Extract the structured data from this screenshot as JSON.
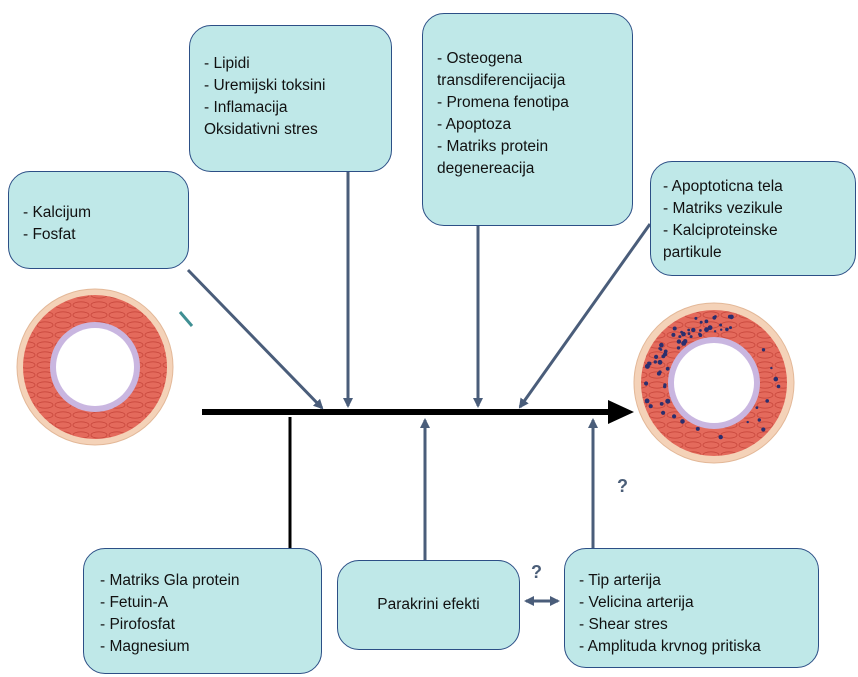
{
  "boxes": {
    "kalcijum": {
      "lines": [
        "- Kalcijum",
        "- Fosfat"
      ]
    },
    "lipidi": {
      "lines": [
        "- Lipidi",
        "- Uremijski toksini",
        "- Inflamacija",
        "Oksidativni stres"
      ]
    },
    "osteogena": {
      "lines": [
        "- Osteogena",
        "transdiferencijacija",
        "- Promena fenotipa",
        "- Apoptoza",
        "- Matriks protein",
        "degenereacija"
      ]
    },
    "apoptoticna": {
      "lines": [
        "- Apoptoticna tela",
        "- Matriks vezikule",
        "- Kalciproteinske",
        "partikule"
      ]
    },
    "matriks_gla": {
      "lines": [
        "- Matriks Gla protein",
        "- Fetuin-A",
        "- Pirofosfat",
        "- Magnesium"
      ]
    },
    "parakrini": {
      "lines": [
        "Parakrini efekti"
      ]
    },
    "tip_arterija": {
      "lines": [
        "- Tip arterija",
        "- Velicina arterija",
        "- Shear stres",
        "- Amplituda krvnog pritiska"
      ]
    }
  },
  "question_marks": {
    "upper": "?",
    "middle": "?"
  },
  "colors": {
    "box_fill": "#bfe8e8",
    "box_border": "#2c4f86",
    "arrow_blue": "#4a5d7a",
    "main_axis": "#000000",
    "vessel_wall": "#e46a5c",
    "vessel_outer": "#f4d2b8",
    "vessel_lumen": "#ffffff",
    "vessel_inner_ring": "#c9b6e0",
    "calcium_dots": "#2a2f6e"
  },
  "icons": [
    "normal-artery-cross-section",
    "calcified-artery-cross-section"
  ]
}
